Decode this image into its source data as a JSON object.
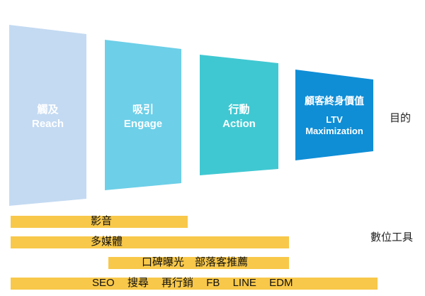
{
  "stages": [
    {
      "line1": "觸及",
      "line2": "Reach",
      "color": "#c4daf2"
    },
    {
      "line1": "吸引",
      "line2": "Engage",
      "color": "#6dcfe8"
    },
    {
      "line1": "行動",
      "line2": "Action",
      "color": "#40c8d2"
    },
    {
      "line1": "顧客終身價值",
      "line2": "LTV",
      "line3": "Maximization",
      "color": "#0f8ed6"
    }
  ],
  "goal_label": "目的",
  "tools_label": "數位工具",
  "bars": [
    {
      "label": "影音"
    },
    {
      "label": "多媒體"
    },
    {
      "label": "口碑曝光　部落客推薦"
    },
    {
      "items": [
        "SEO",
        "搜尋",
        "再行銷",
        "FB",
        "LINE",
        "EDM"
      ]
    }
  ],
  "bar_color": "#f8c84a"
}
